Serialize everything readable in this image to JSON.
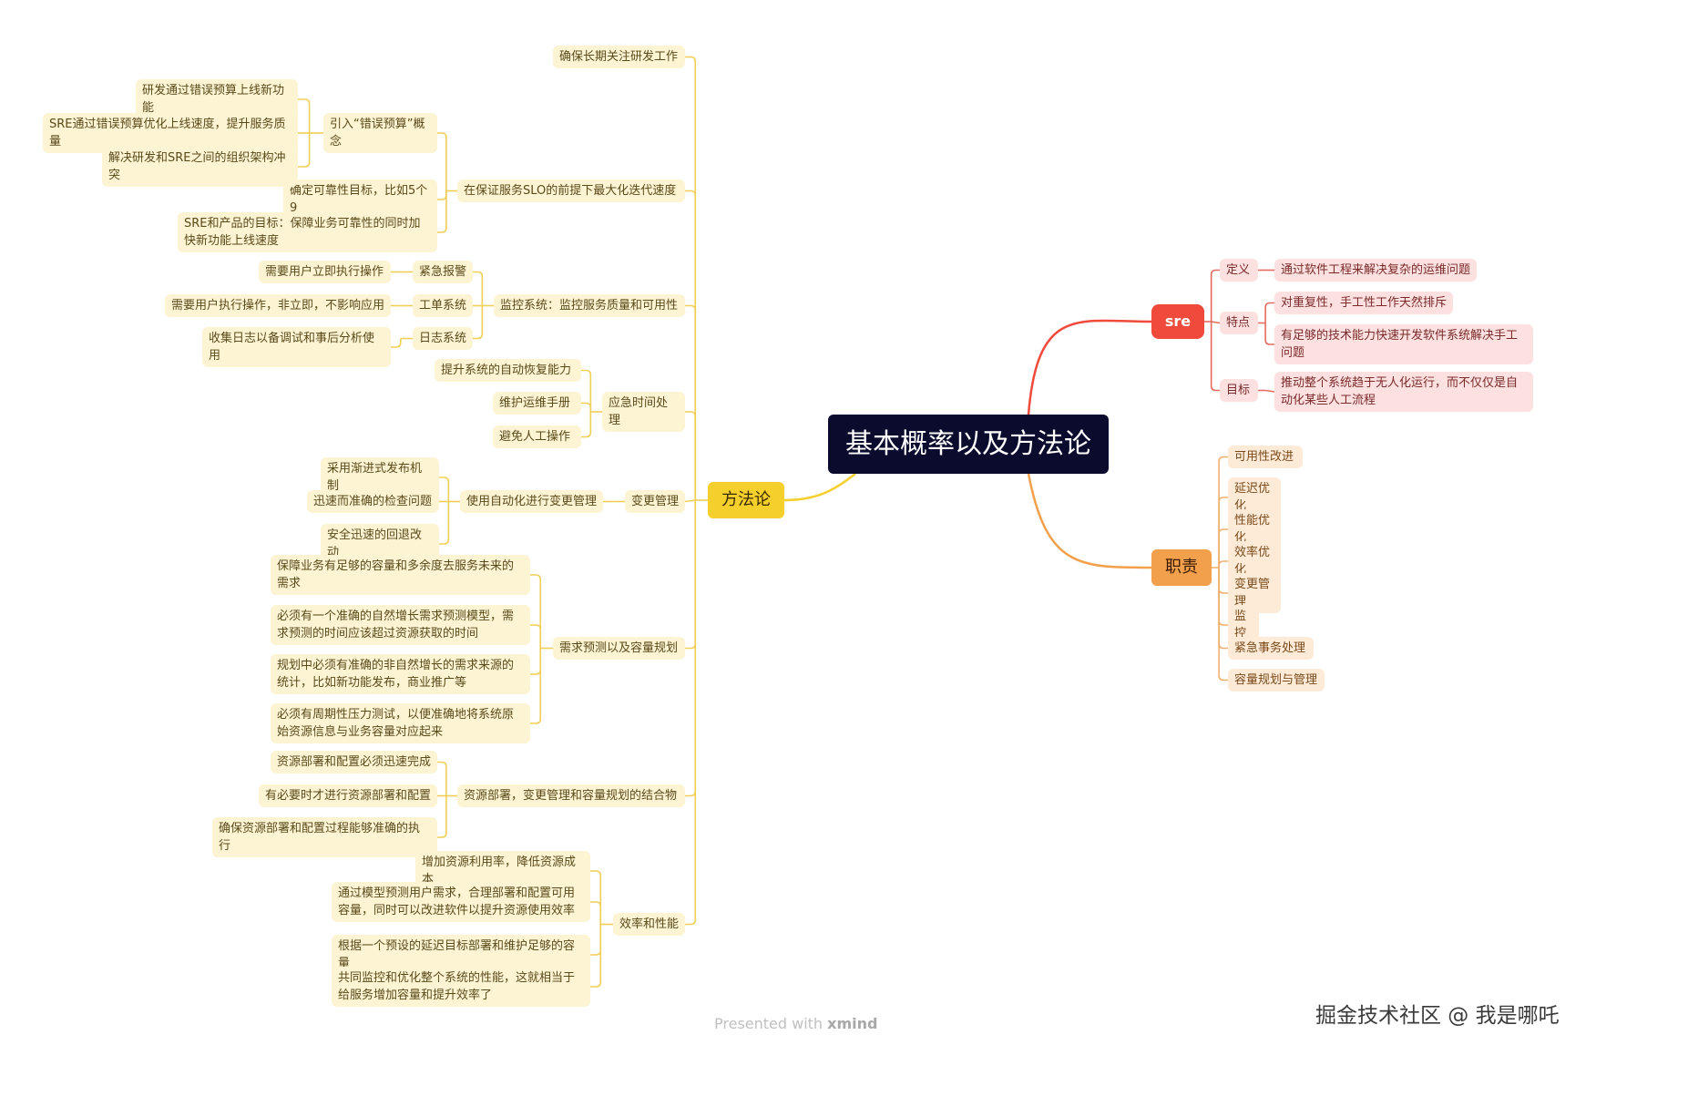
{
  "root": "基本概率以及方法论",
  "methodology": {
    "label": "方法论",
    "items": {
      "long_term": "确保长期关注研发工作",
      "max_speed": "在保证服务SLO的前提下最大化迭代速度",
      "error_budget": "引入“错误预算”概念",
      "eb_1": "研发通过错误预算上线新功能",
      "eb_2": "SRE通过错误预算优化上线速度，提升服务质量",
      "eb_3": "解决研发和SRE之间的组织架构冲突",
      "reliability_goal": "确定可靠性目标，比如5个9",
      "sre_product_goal": "SRE和产品的目标：保障业务可靠性的同时加快新功能上线速度",
      "monitoring": "监控系统：监控服务质量和可用性",
      "alert": "紧急报警",
      "alert_desc": "需要用户立即执行操作",
      "ticket": "工单系统",
      "ticket_desc": "需要用户执行操作，非立即，不影响应用",
      "log": "日志系统",
      "log_desc": "收集日志以备调试和事后分析使用",
      "emergency": "应急时间处理",
      "em_1": "提升系统的自动恢复能力",
      "em_2": "维护运维手册",
      "em_3": "避免人工操作",
      "change_mgmt": "变更管理",
      "auto_change": "使用自动化进行变更管理",
      "cm_1": "采用渐进式发布机制",
      "cm_2": "迅速而准确的检查问题",
      "cm_3": "安全迅速的回退改动",
      "capacity": "需求预测以及容量规划",
      "cap_1": "保障业务有足够的容量和多余度去服务未来的需求",
      "cap_2": "必须有一个准确的自然增长需求预测模型，需求预测的时间应该超过资源获取的时间",
      "cap_3": "规划中必须有准确的非自然增长的需求来源的统计，比如新功能发布，商业推广等",
      "cap_4": "必须有周期性压力测试，以便准确地将系统原始资源信息与业务容量对应起来",
      "provision": "资源部署，变更管理和容量规划的结合物",
      "pr_1": "资源部署和配置必须迅速完成",
      "pr_2": "有必要时才进行资源部署和配置",
      "pr_3": "确保资源部署和配置过程能够准确的执行",
      "efficiency": "效率和性能",
      "ef_1": "增加资源利用率，降低资源成本",
      "ef_2": "通过模型预测用户需求，合理部署和配置可用容量，同时可以改进软件以提升资源使用效率",
      "ef_3": "根据一个预设的延迟目标部署和维护足够的容量",
      "ef_4": "共同监控和优化整个系统的性能，这就相当于给服务增加容量和提升效率了"
    }
  },
  "sre": {
    "label": "sre",
    "definition": "定义",
    "definition_text": "通过软件工程来解决复杂的运维问题",
    "features": "特点",
    "feature_1": "对重复性，手工性工作天然排斥",
    "feature_2": "有足够的技术能力快速开发软件系统解决手工问题",
    "goal": "目标",
    "goal_text": "推动整个系统趋于无人化运行，而不仅仅是自动化某些人工流程"
  },
  "duties": {
    "label": "职责",
    "items": [
      "可用性改进",
      "延迟优化",
      "性能优化",
      "效率优化",
      "变更管理",
      "监控",
      "紧急事务处理",
      "容量规划与管理"
    ]
  },
  "footer": {
    "prefix": "Presented with ",
    "brand": "xmind"
  },
  "watermark": "掘金技术社区 @ 我是哪吒",
  "colors": {
    "root": "#0b0b2e",
    "methodology": "#f5cf2b",
    "sre": "#ef4a3c",
    "duties": "#f2a04c"
  }
}
